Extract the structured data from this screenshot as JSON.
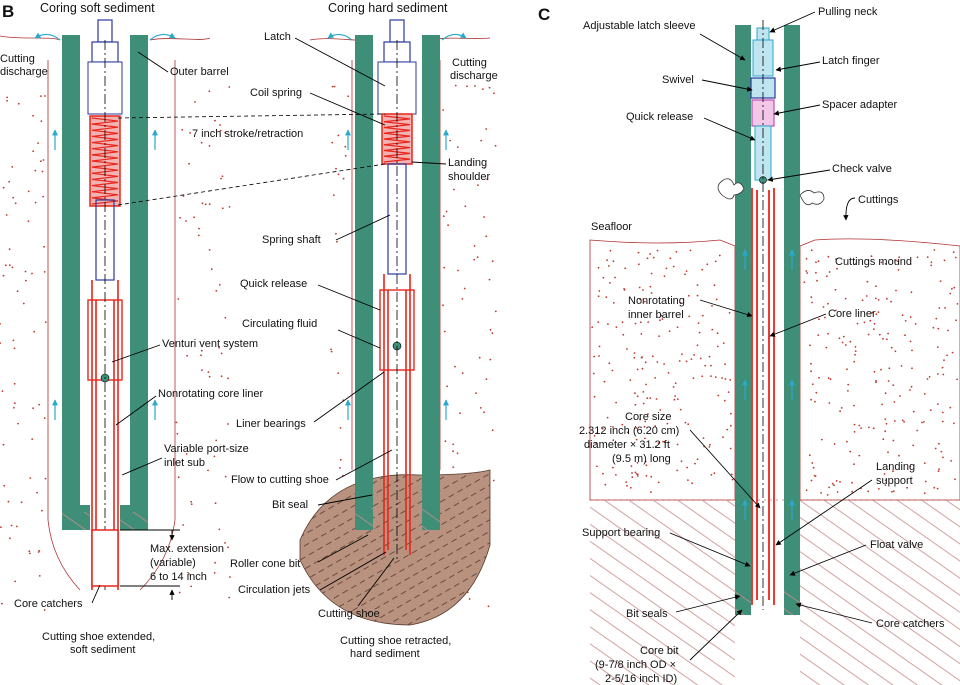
{
  "panels": {
    "b": {
      "letter": "B",
      "title_left": "Coring soft sediment",
      "title_right": "Coring hard sediment",
      "caption_left": [
        "Cutting shoe extended,",
        "soft sediment"
      ],
      "caption_right": [
        "Cutting shoe retracted,",
        "hard sediment"
      ],
      "labels": {
        "cutting_discharge_left": [
          "Cutting",
          "discharge"
        ],
        "cutting_discharge_right": [
          "Cutting",
          "discharge"
        ],
        "outer_barrel": "Outer barrel",
        "latch": "Latch",
        "coil_spring": "Coil spring",
        "stroke": "7 inch stroke/retraction",
        "landing_shoulder": [
          "Landing",
          "shoulder"
        ],
        "spring_shaft": "Spring shaft",
        "quick_release": "Quick release",
        "circulating_fluid": "Circulating fluid",
        "venturi": "Venturi vent system",
        "core_liner": "Nonrotating core liner",
        "liner_bearings": "Liner bearings",
        "inlet_sub": [
          "Variable port-size",
          "inlet sub"
        ],
        "flow_to_shoe": "Flow to cutting shoe",
        "bit_seal": "Bit seal",
        "max_extension": [
          "Max. extension",
          "(variable)",
          "6 to 14 inch"
        ],
        "roller_cone": "Roller cone bit",
        "circ_jets": "Circulation jets",
        "core_catchers": "Core catchers",
        "cutting_shoe": "Cutting shoe"
      }
    },
    "c": {
      "letter": "C",
      "labels": {
        "adj_latch_sleeve": "Adjustable latch sleeve",
        "pulling_neck": "Pulling neck",
        "latch_finger": "Latch finger",
        "swivel": "Swivel",
        "spacer_adapter": "Spacer adapter",
        "quick_release": "Quick release",
        "check_valve": "Check valve",
        "cuttings": "Cuttings",
        "seafloor": "Seafloor",
        "cuttings_mound": "Cuttings mound",
        "nonrot_inner": [
          "Nonrotating",
          "inner barrel"
        ],
        "core_liner": "Core liner",
        "core_size": [
          "Core size",
          "2.312 inch (6.20 cm)",
          "diameter × 31.2 ft",
          "(9.5 m) long"
        ],
        "landing_support": [
          "Landing",
          "support"
        ],
        "support_bearing": "Support bearing",
        "float_valve": "Float valve",
        "bit_seals": "Bit seals",
        "core_catchers": "Core catchers",
        "core_bit": [
          "Core bit",
          "(9-7/8 inch OD ×",
          "2-5/16 inch ID)"
        ]
      }
    }
  },
  "colors": {
    "barrel": "#3f8f78",
    "core": "#e8261c",
    "inner": "#2b3a9e",
    "flow": "#29a9cc",
    "rock": "#b08a7a",
    "sediment": "#c0392b"
  }
}
